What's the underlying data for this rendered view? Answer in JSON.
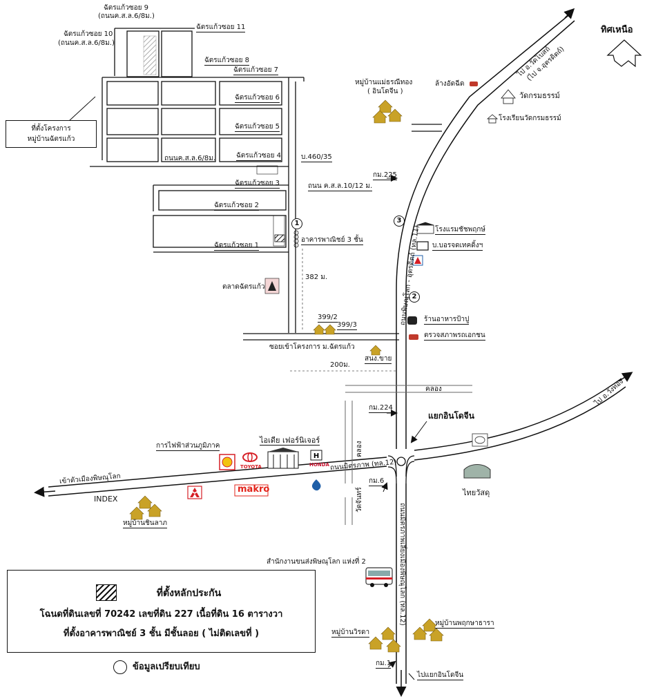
{
  "north": {
    "label": "ทิศเหนือ"
  },
  "project_box": {
    "line1": "ที่ตั้งโครงการ",
    "line2": "หมู่บ้านฉัตรแก้ว"
  },
  "sois": {
    "soi9": "ฉัตรแก้วซอย 9",
    "soi9_road": "(ถนนค.ส.ล.6/8ม.)",
    "soi10": "ฉัตรแก้วซอย 10",
    "soi10_road": "(ถนนค.ส.ล.6/8ม.)",
    "soi11": "ฉัตรแก้วซอย 11",
    "soi8": "ฉัตรแก้วซอย 8",
    "soi7": "ฉัตรแก้วซอย 7",
    "soi6": "ฉัตรแก้วซอย 6",
    "soi5": "ฉัตรแก้วซอย 5",
    "soi4": "ฉัตรแก้วซอย 4",
    "soi4_road": "ถนนค.ส.ล.6/8ม.",
    "soi3": "ฉัตรแก้วซอย 3",
    "soi3_road": "ถนน ค.ส.ล.10/12 ม.",
    "soi2": "ฉัตรแก้วซอย 2",
    "soi1": "ฉัตรแก้วซอย 1"
  },
  "labels": {
    "house_no": "บ.460/35",
    "commercial": "อาคารพาณิชย์ 3 ชั้น",
    "dist_382": "382 ม.",
    "market": "ตลาดฉัตรแก้ว",
    "addr_399_2": "399/2",
    "addr_399_3": "399/3",
    "project_lane": "ซอยเข้าโครงการ ม.ฉัตรแก้ว",
    "sales_office": "สนง.ขาย",
    "dist_200": "200ม.",
    "canal": "คลอง",
    "canal_vert": "คลอง",
    "canal_vert2": "วัดจันทร์",
    "km225": "กม.225",
    "km224": "กม.224",
    "km6": "กม.6",
    "km1": "กม.1",
    "highway_11": "ถนนพิษณุโลก - อุตรดิตถ์ (ทล.11)",
    "highway_12_south": "ถนนมิตรภาพเลี่ยงเมืองพิษณุโลก (ทล.12)",
    "mittraphap": "ถนนมิตรภาพ (ทล.12)",
    "to_wangthong": "ไป อ.วังทอง",
    "to_uttaradit": "ไป อ.วัดโบสถ์",
    "to_uttaradit2": "(ไป จ.อุตรดิตถ์)",
    "to_city": "เข้าตัวเมืองพิษณุโลก",
    "index": "INDEX",
    "indochina_junction": "แยกอินโดจีน",
    "to_indochina": "ไปแยกอินโดจีน",
    "village_maeson": "หมู่บ้านแม่ธรณีทอง",
    "village_maeson2": "( อินโดจีน )",
    "car_wash": "ล้างอัดฉีด",
    "wat": "วัดกรมธรรม์",
    "wat_school": "โรงเรียนวัดกรมธรรม์",
    "hotel": "โรงแรมชัชพฤกษ์",
    "company": "บ.บอรจดเทคดิ้งฯ",
    "restaurant": "ร้านอาหารป้าปู",
    "car_inspection": "ตรวจสภาพรถเอกชน",
    "pea": "การไฟฟ้าส่วนภูมิภาค",
    "furniture": "ไอเดีย เฟอร์นิเจอร์",
    "toyota": "TOYOTA",
    "honda": "HONDA",
    "makro": "makro",
    "thaiwatsadu": "ไทยวัสดุ",
    "village_chinlak": "หมู่บ้านชินลาภ",
    "transport_office": "สำนักงานขนส่งพิษณุโลก แห่งที่ 2",
    "village_wirada": "หมู่บ้านวิรดา",
    "village_phruksa": "หมู่บ้านพฤกษาธารา"
  },
  "markers": {
    "m1": "1",
    "m2": "2",
    "m3": "3"
  },
  "legend": {
    "line1": "ที่ตั้งหลักประกัน",
    "line2": "โฉนดที่ดินเลขที่ 70242 เลขที่ดิน 227 เนื้อที่ดิน 16 ตารางวา",
    "line3": "ที่ตั้งอาคารพาณิชย์ 3 ชั้น  มีชั้นลอย ( ไม่ติดเลขที่ )",
    "line4": "ข้อมูลเปรียบเทียบ"
  },
  "colors": {
    "road": "#111111",
    "house": "#c9a227",
    "toyota": "#d61f26",
    "makro": "#e2231a",
    "honda": "#c8102e",
    "ptt": "#1f5fa8"
  }
}
